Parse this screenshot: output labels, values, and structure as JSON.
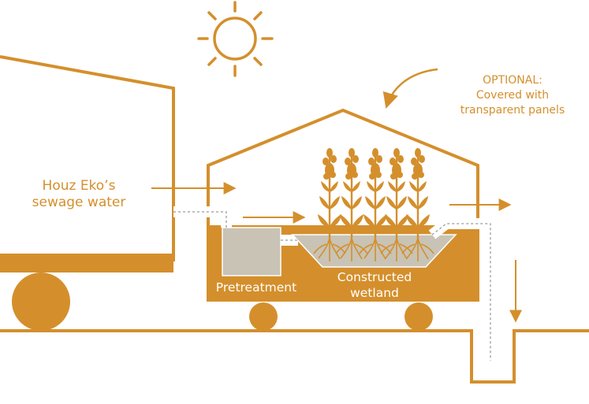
{
  "colors": {
    "primary": "#D48F2C",
    "tank_fill": "#C8C3B5",
    "white": "#FFFFFF",
    "pipe_dash": "#9A9A9A"
  },
  "labels": {
    "source_line1": "Houz Eko’s",
    "source_line2": "sewage water",
    "optional_line1": "OPTIONAL:",
    "optional_line2": "Covered with",
    "optional_line3": "transparent panels",
    "pretreatment": "Pretreatment",
    "wetland_line1": "Constructed",
    "wetland_line2": "wetland"
  },
  "icons": {
    "sun": "sun-icon",
    "plant": "plant-icon",
    "arrow": "arrow-icon"
  }
}
